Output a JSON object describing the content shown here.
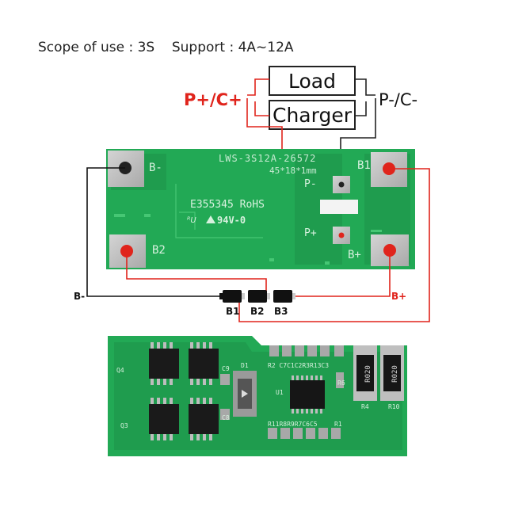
{
  "spec": {
    "scope_label": "Scope of use : 3S",
    "support_label": "Support : 4A~12A"
  },
  "load_box": {
    "label": "Load"
  },
  "charger_box": {
    "label": "Charger"
  },
  "terminals": {
    "positive": "P+/C+",
    "negative": "P-/C-"
  },
  "board_top": {
    "model": "LWS-3S12A-26572",
    "size": "45*18*1mm",
    "cert": "E355345 RoHS",
    "rating": "94V-0",
    "pads": {
      "b_minus": "B-",
      "b1": "B1",
      "b2": "B2",
      "b_plus": "B+",
      "p_minus": "P-",
      "p_plus": "P+"
    }
  },
  "battery": {
    "cells": [
      "B1",
      "B2",
      "B3"
    ],
    "neg_label": "B-",
    "pos_label": "B+"
  },
  "board_bottom": {
    "refs": {
      "q4": "Q4",
      "q3": "Q3",
      "c9": "C9",
      "c8": "C8",
      "d1": "D1",
      "u1": "U1",
      "r6": "R6",
      "r4": "R4",
      "r10": "R10",
      "r1": "R1",
      "row_top": "R2 C7C1C2R3R13C3",
      "row_bottom": "R11R8R9R7C6C5",
      "shunt1": "R020",
      "shunt2": "R020"
    }
  },
  "colors": {
    "pcb": "#22a955",
    "pcb_dark": "#1b8f47",
    "pad": "#b9b9b9",
    "red_wire": "#e0241c",
    "black_wire": "#111111"
  }
}
